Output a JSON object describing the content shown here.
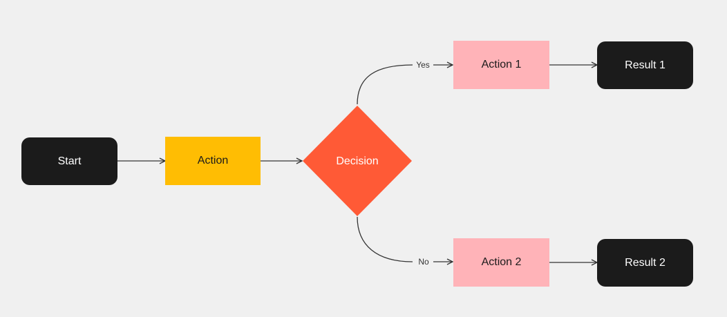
{
  "colors": {
    "background": "#f0f0f0",
    "terminal": "#1b1b1b",
    "action": "#ffbd03",
    "decision": "#ff5a36",
    "branch_action": "#ffb3b8",
    "edge": "#333333"
  },
  "nodes": {
    "start": {
      "label": "Start",
      "shape": "rounded-rectangle"
    },
    "action": {
      "label": "Action",
      "shape": "rectangle"
    },
    "decision": {
      "label": "Decision",
      "shape": "diamond"
    },
    "action1": {
      "label": "Action 1",
      "shape": "rectangle"
    },
    "action2": {
      "label": "Action 2",
      "shape": "rectangle"
    },
    "result1": {
      "label": "Result 1",
      "shape": "rounded-rectangle"
    },
    "result2": {
      "label": "Result 2",
      "shape": "rounded-rectangle"
    }
  },
  "edges": [
    {
      "from": "start",
      "to": "action",
      "label": ""
    },
    {
      "from": "action",
      "to": "decision",
      "label": ""
    },
    {
      "from": "decision",
      "to": "action1",
      "label": "Yes"
    },
    {
      "from": "decision",
      "to": "action2",
      "label": "No"
    },
    {
      "from": "action1",
      "to": "result1",
      "label": ""
    },
    {
      "from": "action2",
      "to": "result2",
      "label": ""
    }
  ]
}
